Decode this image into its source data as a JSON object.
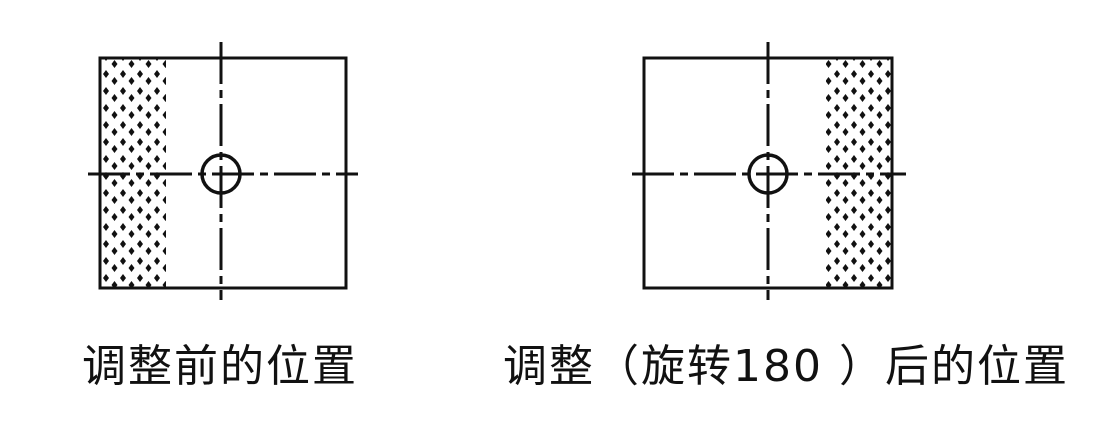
{
  "diagram": {
    "left": {
      "caption": "调整前的位置",
      "hatched_side": "left"
    },
    "right": {
      "caption": "调整（旋转180 ）后的位置",
      "hatched_side": "right"
    },
    "colors": {
      "ink": "#111111",
      "background": "#ffffff"
    }
  }
}
